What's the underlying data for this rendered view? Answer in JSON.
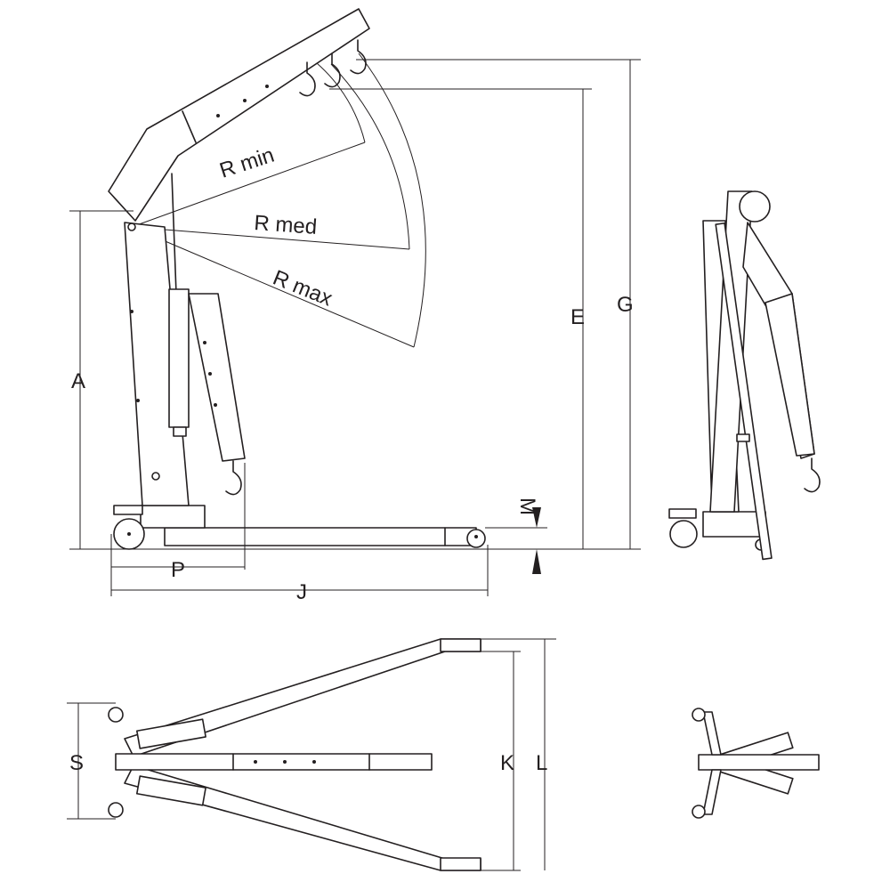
{
  "labels": {
    "r_min": "R min",
    "r_med": "R med",
    "r_max": "R max",
    "a": "A",
    "e": "E",
    "g": "G",
    "m": "M",
    "p": "P",
    "j": "J",
    "s": "S",
    "k": "K",
    "l": "L"
  },
  "colors": {
    "line": "#231f20",
    "background": "#ffffff"
  }
}
